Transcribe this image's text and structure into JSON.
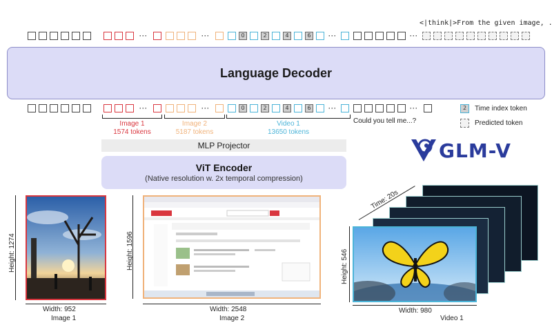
{
  "decoder": {
    "label": "Language Decoder"
  },
  "output_text": "<|think|>From the given image, ...",
  "input_text": "Could you tell me...?",
  "top_time_tokens": [
    "0",
    "2",
    "4",
    "6"
  ],
  "bottom_time_tokens": [
    "0",
    "2",
    "4",
    "6"
  ],
  "segments": [
    {
      "name": "Image 1",
      "tokens": "1574 tokens",
      "color": "#d9363e"
    },
    {
      "name": "Image 2",
      "tokens": "5187 tokens",
      "color": "#f0b27a"
    },
    {
      "name": "Video 1",
      "tokens": "13650 tokens",
      "color": "#4bb4d8"
    }
  ],
  "mlp": {
    "label": "MLP Projector"
  },
  "vit": {
    "title": "ViT Encoder",
    "subtitle": "(Native resolution w. 2x temporal compression)"
  },
  "legend": {
    "time_index": "Time index token",
    "time_index_sample": "2",
    "predicted": "Predicted token"
  },
  "logo": {
    "text": "GLM-V"
  },
  "inputs": {
    "image1": {
      "height": "Height: 1274",
      "width": "Width: 952",
      "caption": "Image 1"
    },
    "image2": {
      "height": "Height: 1596",
      "width": "Width: 2548",
      "caption": "Image 2"
    },
    "video1": {
      "height": "Height: 546",
      "width": "Width: 980",
      "caption": "Video 1",
      "time": "Time: 20s"
    }
  }
}
